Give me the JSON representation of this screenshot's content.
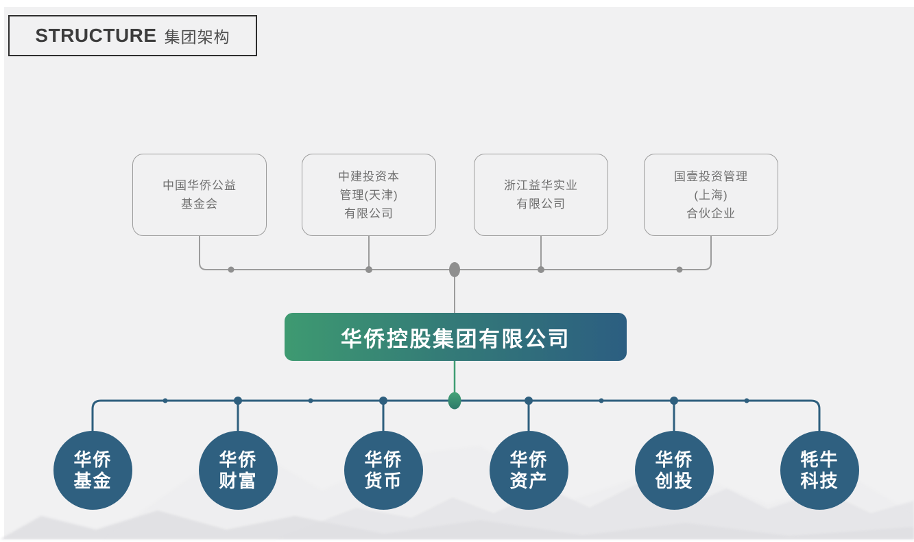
{
  "header": {
    "title_en": "STRUCTURE",
    "title_zh": "集团架构"
  },
  "colors": {
    "canvas_background": "#f1f1f2",
    "line_gray": "#9c9c9c",
    "dot_gray": "#8f8f8f",
    "line_teal": "#2e5f7e",
    "subsidiary_fill": "#2f6080",
    "core_gradient_start": "#3e9a71",
    "core_gradient_end": "#2c5e81",
    "green_accent": "#3f9d73",
    "header_border": "#2e2e2e"
  },
  "parent_companies": [
    {
      "lines": [
        "中国华侨公益",
        "基金会"
      ]
    },
    {
      "lines": [
        "中建投资本",
        "管理(天津)",
        "有限公司"
      ]
    },
    {
      "lines": [
        "浙江益华实业",
        "有限公司"
      ]
    },
    {
      "lines": [
        "国壹投资管理",
        "(上海)",
        "合伙企业"
      ]
    }
  ],
  "core_company": {
    "name": "华侨控股集团有限公司"
  },
  "subsidiaries": [
    {
      "lines": [
        "华侨",
        "基金"
      ]
    },
    {
      "lines": [
        "华侨",
        "财富"
      ]
    },
    {
      "lines": [
        "华侨",
        "货币"
      ]
    },
    {
      "lines": [
        "华侨",
        "资产"
      ]
    },
    {
      "lines": [
        "华侨",
        "创投"
      ]
    },
    {
      "lines": [
        "牦牛",
        "科技"
      ]
    }
  ]
}
